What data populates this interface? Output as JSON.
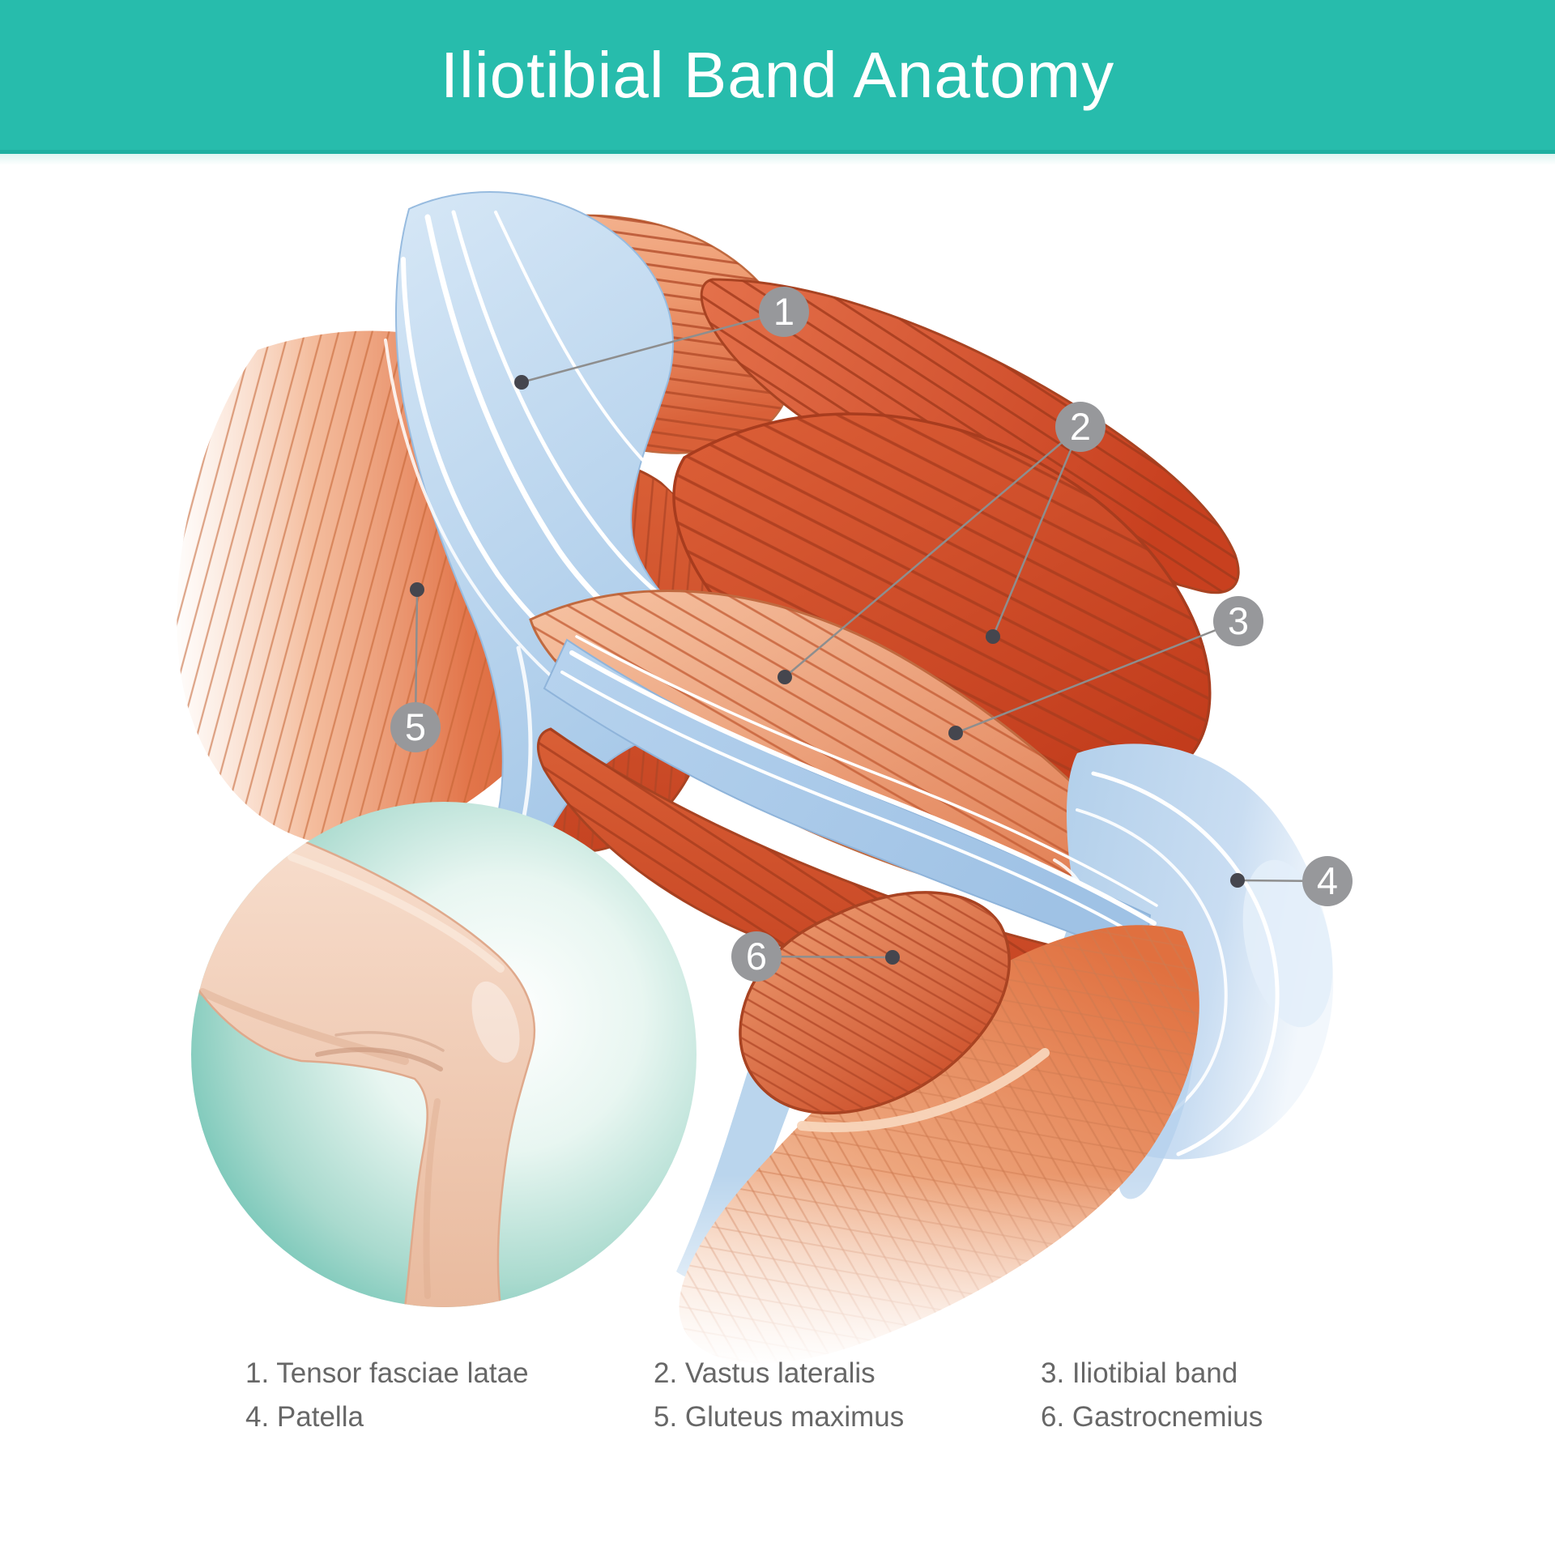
{
  "header": {
    "title": "Iliotibial Band Anatomy"
  },
  "markers": [
    "1",
    "2",
    "3",
    "4",
    "5",
    "6"
  ],
  "legend": {
    "items": [
      "1. Tensor fasciae latae",
      "2. Vastus lateralis",
      "3. Iliotibial band",
      "4. Patella",
      "5. Gluteus maximus",
      "6. Gastrocnemius"
    ]
  },
  "colors": {
    "banner_teal": "#27BCAC",
    "marker_gray": "#97989B",
    "marker_number_white": "#FFFFFF",
    "leader_line_gray": "#8E8E8E",
    "leader_dot_dark": "#45464E",
    "legend_text_gray": "#676767",
    "muscle_deep_red": "#C9441F",
    "muscle_salmon": "#EE9B72",
    "fascia_blue": "#AECDE9",
    "inset_teal": "#50B7A6",
    "skin_tone": "#F2CDB6"
  }
}
